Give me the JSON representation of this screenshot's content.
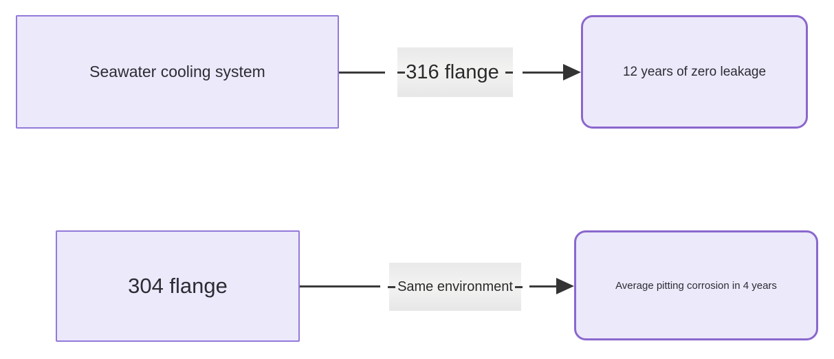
{
  "page": {
    "background": "#ffffff"
  },
  "diagram": {
    "type": "flowchart-comparison",
    "colors": {
      "node_fill": "#ece9fb",
      "rect_node_border": "#9379da",
      "rounded_node_border": "#8a67cd",
      "edge_line": "#3a3a3a",
      "arrow_head": "#333333",
      "edge_label_bg": "#e9e9e9",
      "node_text": "#2c2c34",
      "edge_label_text": "#2b2b2b"
    },
    "rows": [
      {
        "source": {
          "label": "Seawater cooling system",
          "shape": "rectangle"
        },
        "edge": {
          "label": "316 flange",
          "direction": "right"
        },
        "target": {
          "label": "12 years of zero leakage",
          "shape": "rounded-rectangle"
        }
      },
      {
        "source": {
          "label": "304 flange",
          "shape": "rectangle"
        },
        "edge": {
          "label": "Same environment",
          "direction": "right"
        },
        "target": {
          "label": "Average pitting corrosion in 4 years",
          "shape": "rounded-rectangle"
        }
      }
    ]
  }
}
